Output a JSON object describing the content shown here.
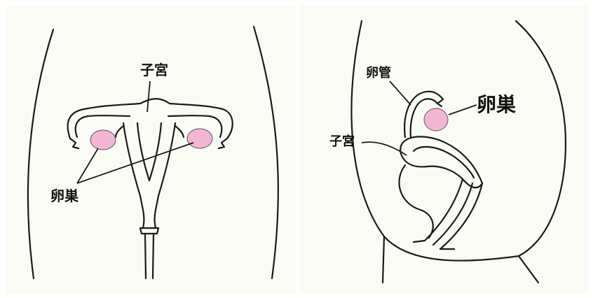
{
  "front_view": {
    "uterus_label": "子宮",
    "ovary_label": "卵巣"
  },
  "side_view": {
    "tube_label": "卵管",
    "uterus_label": "子宮",
    "ovary_label": "卵巣"
  },
  "colors": {
    "background": "#fbfbf6",
    "line": "#1a1a1a",
    "ovary": "#f2b6d3"
  }
}
